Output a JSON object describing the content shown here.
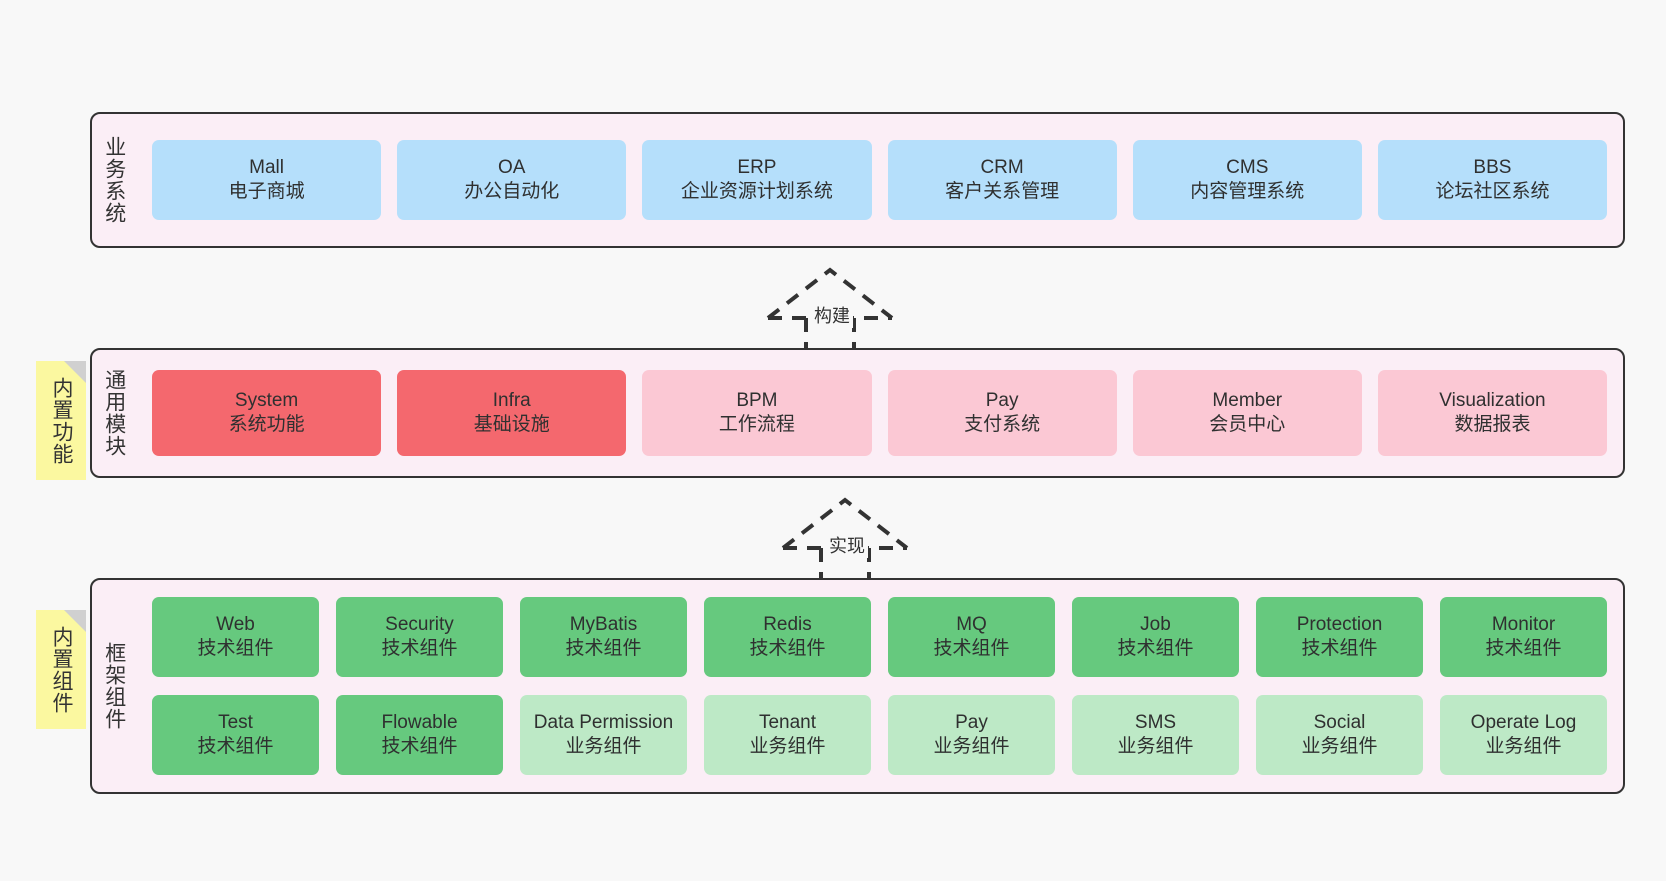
{
  "diagram": {
    "background_color": "#f8f8f8",
    "panel_color": "#fbeef6",
    "border_color": "#333333"
  },
  "layers": [
    {
      "key": "business",
      "title": "业务系统",
      "cards": [
        {
          "name": "Mall",
          "sub": "电子商城",
          "color": "#b5dffb"
        },
        {
          "name": "OA",
          "sub": "办公自动化",
          "color": "#b5dffb"
        },
        {
          "name": "ERP",
          "sub": "企业资源计划系统",
          "color": "#b5dffb"
        },
        {
          "name": "CRM",
          "sub": "客户关系管理",
          "color": "#b5dffb"
        },
        {
          "name": "CMS",
          "sub": "内容管理系统",
          "color": "#b5dffb"
        },
        {
          "name": "BBS",
          "sub": "论坛社区系统",
          "color": "#b5dffb"
        }
      ]
    },
    {
      "key": "common",
      "title": "通用模块",
      "note": "内置功能",
      "cards": [
        {
          "name": "System",
          "sub": "系统功能",
          "color": "#f4686e"
        },
        {
          "name": "Infra",
          "sub": "基础设施",
          "color": "#f4686e"
        },
        {
          "name": "BPM",
          "sub": "工作流程",
          "color": "#fbc8d4"
        },
        {
          "name": "Pay",
          "sub": "支付系统",
          "color": "#fbc8d4"
        },
        {
          "name": "Member",
          "sub": "会员中心",
          "color": "#fbc8d4"
        },
        {
          "name": "Visualization",
          "sub": "数据报表",
          "color": "#fbc8d4"
        }
      ]
    },
    {
      "key": "framework",
      "title": "框架组件",
      "note": "内置组件",
      "row1": [
        {
          "name": "Web",
          "sub": "技术组件",
          "color": "#66c97e"
        },
        {
          "name": "Security",
          "sub": "技术组件",
          "color": "#66c97e"
        },
        {
          "name": "MyBatis",
          "sub": "技术组件",
          "color": "#66c97e"
        },
        {
          "name": "Redis",
          "sub": "技术组件",
          "color": "#66c97e"
        },
        {
          "name": "MQ",
          "sub": "技术组件",
          "color": "#66c97e"
        },
        {
          "name": "Job",
          "sub": "技术组件",
          "color": "#66c97e"
        },
        {
          "name": "Protection",
          "sub": "技术组件",
          "color": "#66c97e"
        },
        {
          "name": "Monitor",
          "sub": "技术组件",
          "color": "#66c97e"
        }
      ],
      "row2": [
        {
          "name": "Test",
          "sub": "技术组件",
          "color": "#66c97e"
        },
        {
          "name": "Flowable",
          "sub": "技术组件",
          "color": "#66c97e"
        },
        {
          "name": "Data Permission",
          "sub": "业务组件",
          "color": "#bde9c6"
        },
        {
          "name": "Tenant",
          "sub": "业务组件",
          "color": "#bde9c6"
        },
        {
          "name": "Pay",
          "sub": "业务组件",
          "color": "#bde9c6"
        },
        {
          "name": "SMS",
          "sub": "业务组件",
          "color": "#bde9c6"
        },
        {
          "name": "Social",
          "sub": "业务组件",
          "color": "#bde9c6"
        },
        {
          "name": "Operate Log",
          "sub": "业务组件",
          "color": "#bde9c6"
        }
      ]
    }
  ],
  "connectors": [
    {
      "key": "build",
      "label": "构建"
    },
    {
      "key": "implement",
      "label": "实现"
    }
  ]
}
